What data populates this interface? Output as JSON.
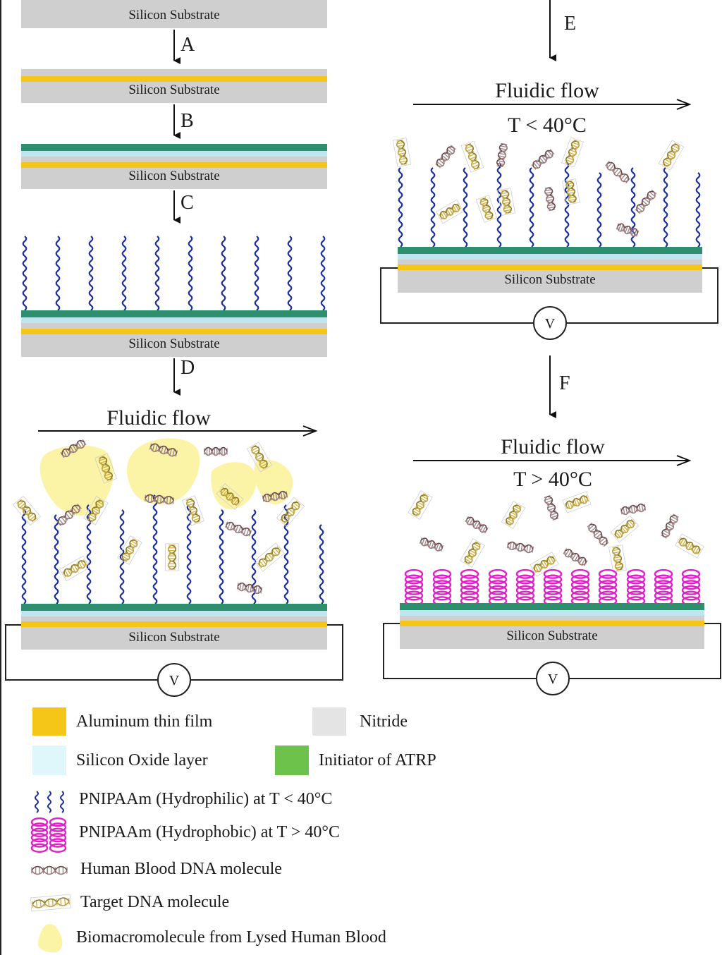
{
  "colors": {
    "substrate": "#cfcfcf",
    "aluminum": "#f5c518",
    "oxide": "#bfe6ee",
    "initiator": "#2e8f6e",
    "initiator_legend": "#6cc24a",
    "polymer_hydrophilic": "#1c2f9c",
    "polymer_hydrophobic": "#e020c8",
    "blood_blob": "#fbf3a6",
    "nitride_legend": "#e4e4e4",
    "oxide_legend": "#dff6fb"
  },
  "substrate_label": "Silicon Substrate",
  "steps": [
    "A",
    "B",
    "C",
    "D",
    "E",
    "F"
  ],
  "panels": {
    "D": {
      "flow_label": "Fluidic flow",
      "voltmeter": "V"
    },
    "E": {
      "flow_label": "Fluidic flow",
      "temperature": "T < 40°C",
      "voltmeter": "V"
    },
    "F": {
      "flow_label": "Fluidic flow",
      "temperature": "T > 40°C",
      "voltmeter": "V"
    }
  },
  "legend": [
    {
      "label": "Aluminum thin film",
      "icon": "yellow-swatch"
    },
    {
      "label": "Nitride",
      "icon": "grey-swatch"
    },
    {
      "label": "Silicon Oxide layer",
      "icon": "light-blue-swatch"
    },
    {
      "label": "Initiator of ATRP",
      "icon": "green-swatch"
    },
    {
      "label": "PNIPAAm (Hydrophilic) at T < 40°C",
      "icon": "wavy-chains-icon"
    },
    {
      "label": "PNIPAAm (Hydrophobic) at T > 40°C",
      "icon": "coil-icon"
    },
    {
      "label": "Human Blood  DNA molecule",
      "icon": "dna-helix-icon"
    },
    {
      "label": "Target DNA molecule",
      "icon": "target-dna-icon"
    },
    {
      "label": "Biomacromolecule from Lysed  Human Blood",
      "icon": "blob-icon"
    }
  ]
}
